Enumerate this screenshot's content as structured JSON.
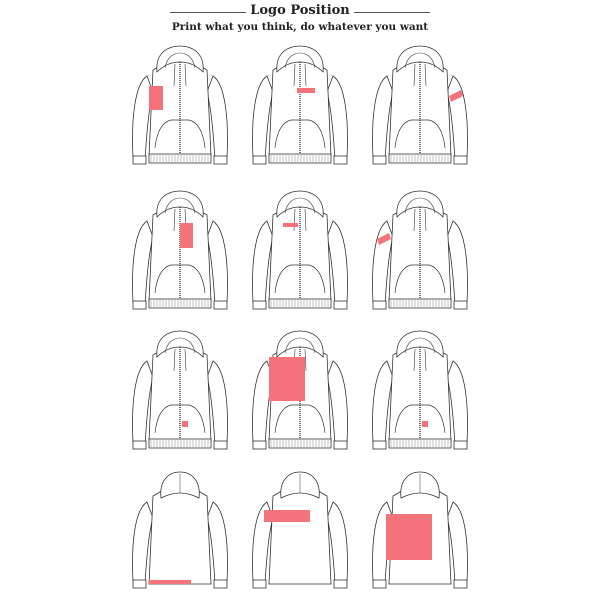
{
  "header": {
    "title": "Logo Position",
    "subtitle": "Print what you think, do whatever you want"
  },
  "colors": {
    "print_area": "#f4737a",
    "outline": "#333333",
    "rule": "#555555"
  },
  "grid": [
    {
      "view": "front-zip",
      "placement": "left chest large"
    },
    {
      "view": "front-zip",
      "placement": "right chest small strip"
    },
    {
      "view": "front-zip",
      "placement": "left sleeve band"
    },
    {
      "view": "front-zip",
      "placement": "right chest large"
    },
    {
      "view": "front-zip",
      "placement": "left chest small strip"
    },
    {
      "view": "front-zip",
      "placement": "right sleeve band"
    },
    {
      "view": "front-zip",
      "placement": "bottom hem small"
    },
    {
      "view": "front-zip",
      "placement": "front full panel"
    },
    {
      "view": "front-zip",
      "placement": "bottom hem small"
    },
    {
      "view": "back",
      "placement": "back hem strip"
    },
    {
      "view": "back",
      "placement": "back upper bar"
    },
    {
      "view": "back",
      "placement": "back center large"
    }
  ]
}
